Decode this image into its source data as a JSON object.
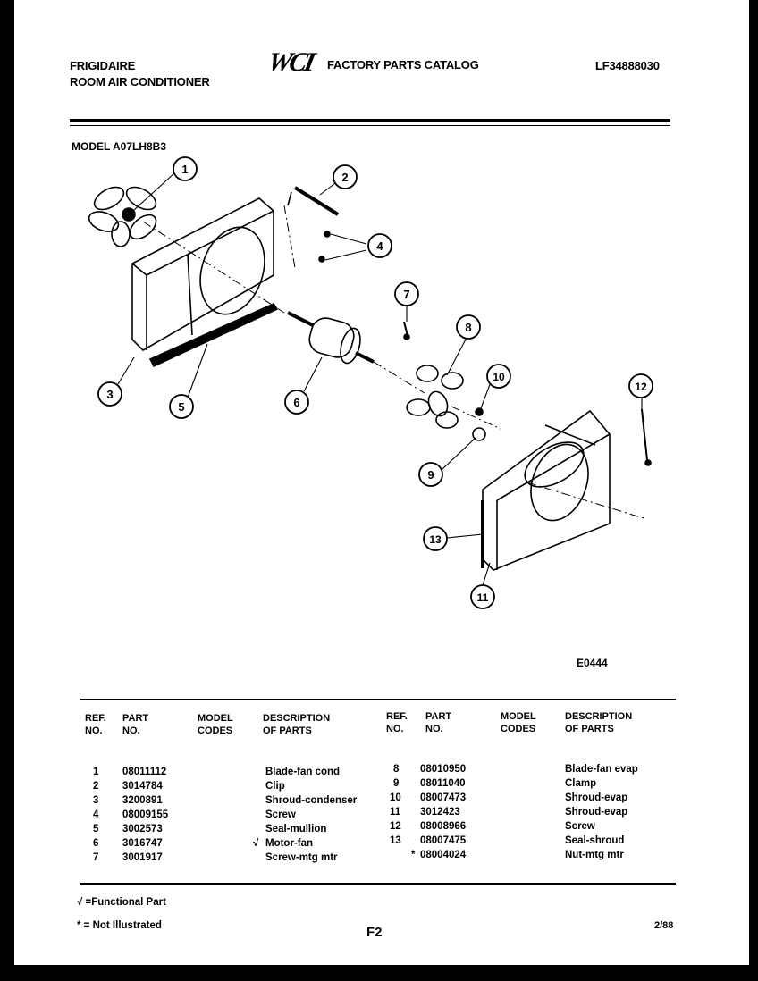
{
  "header": {
    "brand_line1": "FRIGIDAIRE",
    "brand_line2": "ROOM AIR CONDITIONER",
    "logo_text": "WCI",
    "catalog_title": "FACTORY PARTS CATALOG",
    "catalog_number": "LF34888030"
  },
  "model_label": "MODEL A07LH8B3",
  "drawing_code": "E0444",
  "callouts": [
    "1",
    "2",
    "3",
    "4",
    "5",
    "6",
    "7",
    "8",
    "9",
    "10",
    "11",
    "12",
    "13"
  ],
  "table": {
    "headers": {
      "ref": [
        "REF.",
        "NO."
      ],
      "part": [
        "PART",
        "NO."
      ],
      "model": [
        "MODEL",
        "CODES"
      ],
      "desc": [
        "DESCRIPTION",
        "OF PARTS"
      ]
    },
    "left_rows": [
      {
        "ref": "1",
        "part": "08011112",
        "mark": "",
        "desc": "Blade-fan cond"
      },
      {
        "ref": "2",
        "part": "3014784",
        "mark": "",
        "desc": "Clip"
      },
      {
        "ref": "3",
        "part": "3200891",
        "mark": "",
        "desc": "Shroud-condenser"
      },
      {
        "ref": "4",
        "part": "08009155",
        "mark": "",
        "desc": "Screw"
      },
      {
        "ref": "5",
        "part": "3002573",
        "mark": "",
        "desc": "Seal-mullion"
      },
      {
        "ref": "6",
        "part": "3016747",
        "mark": "√",
        "desc": "Motor-fan"
      },
      {
        "ref": "7",
        "part": "3001917",
        "mark": "",
        "desc": "Screw-mtg mtr"
      }
    ],
    "right_rows": [
      {
        "ref": "8",
        "part": "08010950",
        "desc": "Blade-fan evap"
      },
      {
        "ref": "9",
        "part": "08011040",
        "desc": "Clamp"
      },
      {
        "ref": "10",
        "part": "08007473",
        "desc": "Shroud-evap"
      },
      {
        "ref": "11",
        "part": "3012423",
        "desc": "Shroud-evap"
      },
      {
        "ref": "12",
        "part": "08008966",
        "desc": "Screw"
      },
      {
        "ref": "13",
        "part": "08007475",
        "desc": "Seal-shroud"
      },
      {
        "ref": "*",
        "part": "08004024",
        "desc": "Nut-mtg mtr"
      }
    ]
  },
  "footer": {
    "functional": "√ =Functional Part",
    "not_illustrated": "* = Not Illustrated",
    "page": "F2",
    "date": "2/88"
  }
}
